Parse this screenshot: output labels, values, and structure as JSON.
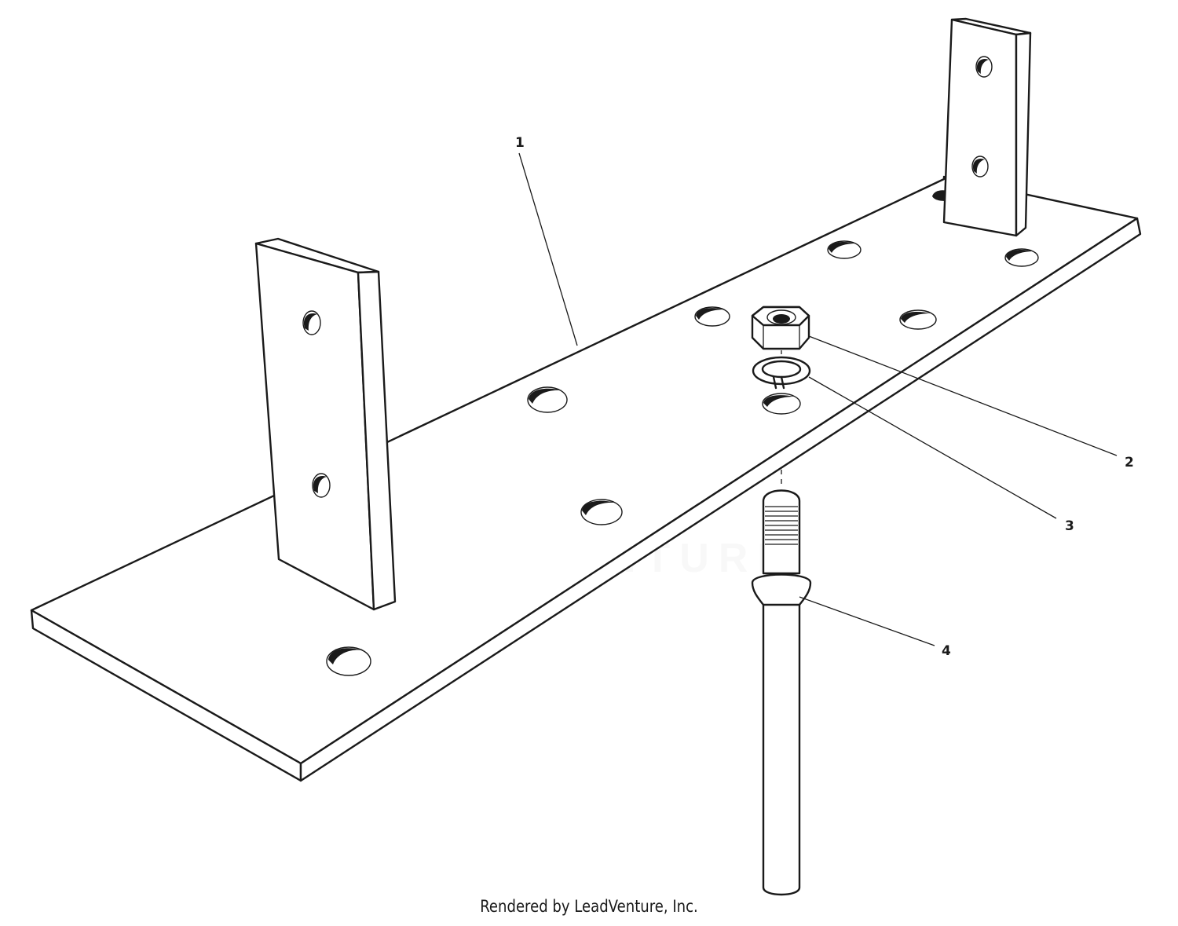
{
  "diagram": {
    "callouts": [
      {
        "id": "1",
        "label": "1"
      },
      {
        "id": "2",
        "label": "2"
      },
      {
        "id": "3",
        "label": "3"
      },
      {
        "id": "4",
        "label": "4"
      }
    ]
  },
  "watermark": {
    "text": "LEADVENTURE"
  },
  "footer": {
    "credit": "Rendered by LeadVenture, Inc."
  }
}
